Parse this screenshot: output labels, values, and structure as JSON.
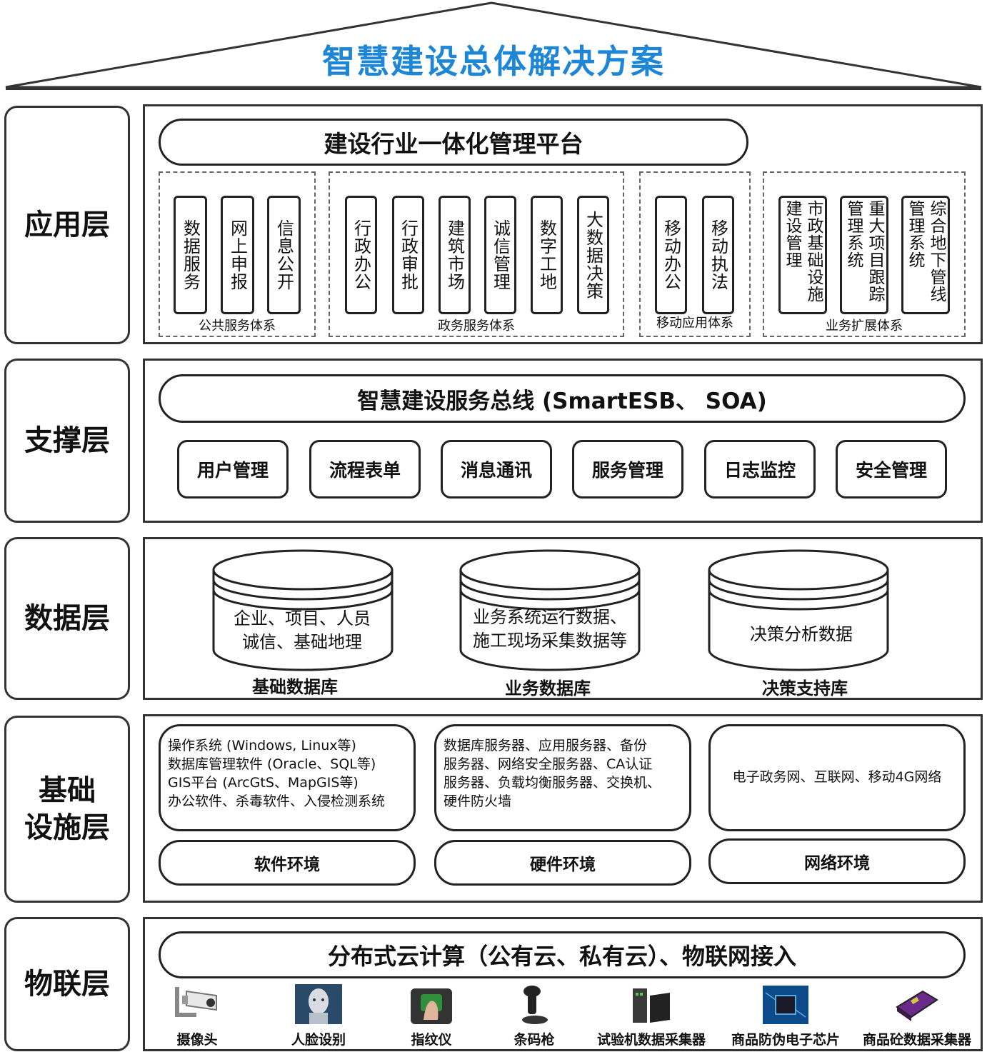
{
  "title": "智慧建设总体解决方案",
  "layers": {
    "app": {
      "label": "应用层",
      "platform": "建设行业一体化管理平台",
      "groups": [
        {
          "name": "公共服务体系",
          "items": [
            "数据服务",
            "网上申报",
            "信息公开"
          ]
        },
        {
          "name": "政务服务体系",
          "items": [
            "行政办公",
            "行政审批",
            "建筑市场",
            "诚信管理",
            "数字工地",
            "大数据决策"
          ]
        },
        {
          "name": "移动应用体系",
          "items": [
            "移动办公",
            "移动执法"
          ]
        },
        {
          "name": "业务扩展体系",
          "items": [
            "市政基础设施建设管理",
            "重大项目跟踪管理系统",
            "综合地下管线管理系统"
          ]
        }
      ]
    },
    "support": {
      "label": "支撑层",
      "bus": "智慧建设服务总线 (SmartESB、 SOA)",
      "modules": [
        "用户管理",
        "流程表单",
        "消息通讯",
        "服务管理",
        "日志监控",
        "安全管理"
      ]
    },
    "data": {
      "label": "数据层",
      "databases": [
        {
          "lines": [
            "企业、项目、人员",
            "诚信、基础地理"
          ],
          "name": "基础数据库"
        },
        {
          "lines": [
            "业务系统运行数据、",
            "施工现场采集数据等"
          ],
          "name": "业务数据库"
        },
        {
          "lines": [
            "决策分析数据"
          ],
          "name": "决策支持库"
        }
      ]
    },
    "infra": {
      "label_line1": "基础",
      "label_line2": "设施层",
      "envs": [
        {
          "lines": [
            "操作系统 (Windows, Linux等)",
            "数据库管理软件 (Oracle、SQL等)",
            "GIS平台 (ArcGtS、MapGIS等)",
            "办公软件、杀毒软件、入侵检测系统"
          ],
          "name": "软件环境"
        },
        {
          "lines": [
            "数据库服务器、应用服务器、备份",
            "服务器、网络安全服务器、CA认证",
            "服务器、负载均衡服务器、交换机、",
            "硬件防火墙"
          ],
          "name": "硬件环境"
        },
        {
          "lines": [
            "电子政务网、互联网、移动4G网络"
          ],
          "name": "网络环境"
        }
      ]
    },
    "iot": {
      "label": "物联层",
      "cloud": "分布式云计算（公有云、私有云）、物联网接入",
      "devices": [
        {
          "name": "摄像头",
          "icon": "camera-icon"
        },
        {
          "name": "人脸设别",
          "icon": "face-icon"
        },
        {
          "name": "指纹仪",
          "icon": "fingerprint-icon"
        },
        {
          "name": "条码枪",
          "icon": "barcode-gun-icon"
        },
        {
          "name": "试验机数据采集器",
          "icon": "data-collector-icon"
        },
        {
          "name": "商品防伪电子芯片",
          "icon": "chip-icon"
        },
        {
          "name": "商品砼数据采集器",
          "icon": "concrete-collector-icon"
        }
      ]
    }
  },
  "colors": {
    "title": "#1e86d6",
    "border": "#333333"
  }
}
